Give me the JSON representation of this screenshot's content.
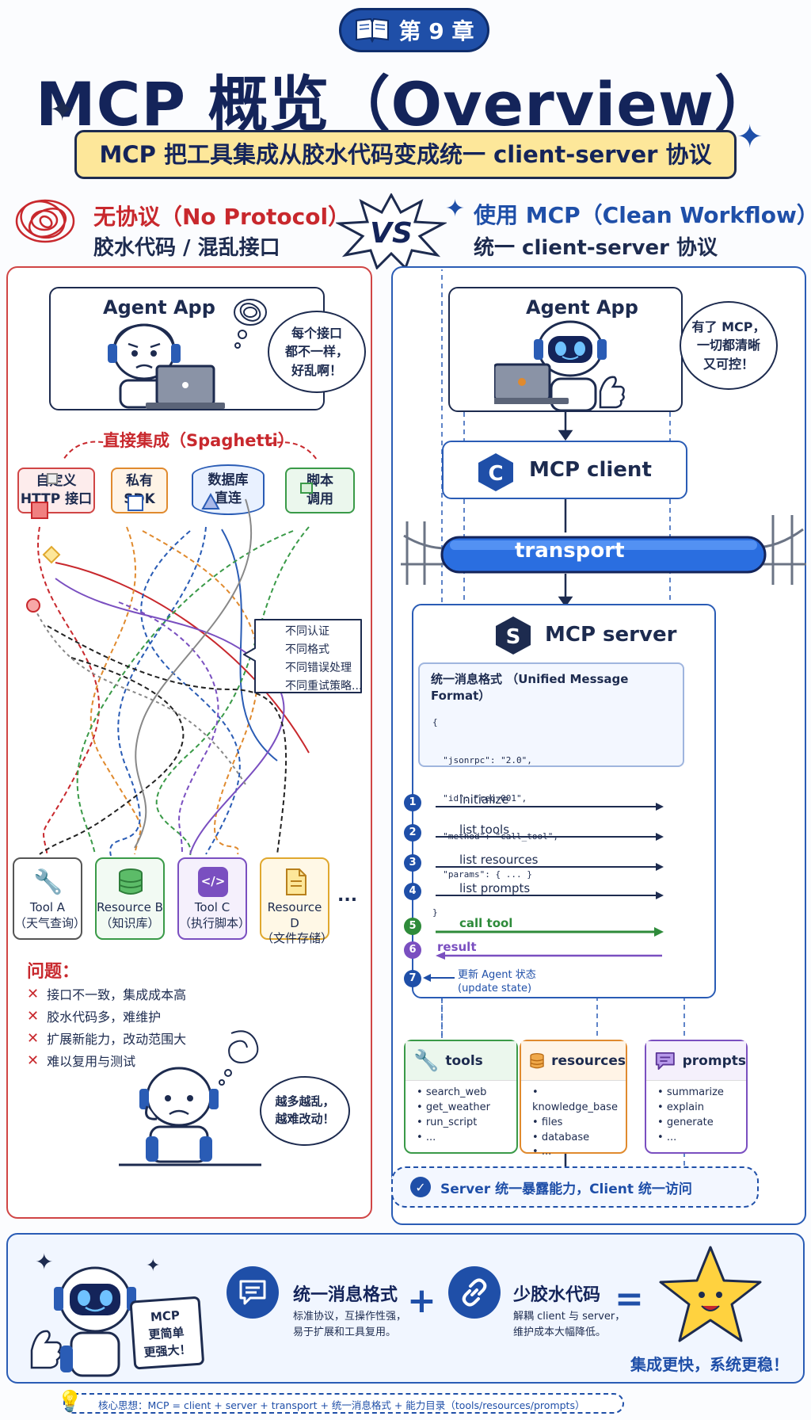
{
  "header": {
    "chapter": "第 9 章",
    "title": "MCP 概览（Overview）",
    "subtitle": "MCP 把工具集成从胶水代码变成统一 client-server 协议"
  },
  "left": {
    "heading1": "无协议（No Protocol）",
    "heading2": "胶水代码 / 混乱接口",
    "agent_app": "Agent App",
    "bubble": [
      "每个接口",
      "都不一样，",
      "好乱啊！"
    ],
    "spaghetti_label": "直接集成（Spaghetti）",
    "services": [
      {
        "line1": "自定义",
        "line2": "HTTP 接口",
        "color": "#d04545"
      },
      {
        "line1": "私有",
        "line2": "SDK",
        "color": "#e08a2e"
      },
      {
        "line1": "数据库",
        "line2": "直连",
        "color": "#2a5cb5"
      },
      {
        "line1": "脚本",
        "line2": "调用",
        "color": "#3a9a48"
      }
    ],
    "confusion": [
      "不同认证",
      "不同格式",
      "不同错误处理",
      "不同重试策略..."
    ],
    "tools": [
      {
        "line1": "Tool A",
        "line2": "（天气查询）",
        "icon": "wrench-icon",
        "color": "#555555"
      },
      {
        "line1": "Resource B",
        "line2": "（知识库）",
        "icon": "database-icon",
        "color": "#3a9a48"
      },
      {
        "line1": "Tool C",
        "line2": "（执行脚本）",
        "icon": "code-icon",
        "color": "#7a4fc0"
      },
      {
        "line1": "Resource D",
        "line2": "（文件存储）",
        "icon": "file-icon",
        "color": "#e0a82e"
      }
    ],
    "ellipsis": "...",
    "problems_title": "问题：",
    "problems": [
      "接口不一致，集成成本高",
      "胶水代码多，难维护",
      "扩展新能力，改动范围大",
      "难以复用与测试"
    ],
    "bubble2": [
      "越多越乱，",
      "越难改动！"
    ]
  },
  "vs": "VS",
  "right": {
    "heading1": "使用 MCP（Clean Workflow）",
    "heading2": "统一 client-server 协议",
    "agent_app": "Agent App",
    "bubble": [
      "有了 MCP，",
      "一切都清晰",
      "又可控！"
    ],
    "client": "MCP client",
    "client_letter": "C",
    "transport": "transport",
    "server": "MCP server",
    "server_letter": "S",
    "format_title": "统一消息格式 （Unified Message Format）",
    "json_lines": [
      "{",
      "  \"jsonrpc\": \"2.0\",",
      "  \"id\": \"req-001\",",
      "  \"method\": \"call_tool\",",
      "  \"params\": { ... }",
      "}"
    ],
    "steps": [
      {
        "num": "1",
        "label": "initialize",
        "color": "#1f4fa8"
      },
      {
        "num": "2",
        "label": "list tools",
        "color": "#1f4fa8"
      },
      {
        "num": "3",
        "label": "list resources",
        "color": "#1f4fa8"
      },
      {
        "num": "4",
        "label": "list prompts",
        "color": "#1f4fa8"
      },
      {
        "num": "5",
        "label": "call tool",
        "color": "#2e8b3a"
      },
      {
        "num": "6",
        "label": "result",
        "color": "#7a4fc0"
      },
      {
        "num": "7",
        "label": "更新 Agent 状态",
        "label2": "(update state)",
        "color": "#1f4fa8"
      }
    ],
    "capabilities": [
      {
        "name": "tools",
        "color": "#3a9a48",
        "items": [
          "search_web",
          "get_weather",
          "run_script",
          "..."
        ]
      },
      {
        "name": "resources",
        "color": "#e08a2e",
        "items": [
          "knowledge_base",
          "files",
          "database",
          "..."
        ]
      },
      {
        "name": "prompts",
        "color": "#7a4fc0",
        "items": [
          "summarize",
          "explain",
          "generate",
          "..."
        ]
      }
    ],
    "banner": "Server 统一暴露能力，Client 统一访问"
  },
  "bottom": {
    "sign": [
      "MCP",
      "更简单",
      "更强大！"
    ],
    "feature1_title": "统一消息格式",
    "feature1_desc": [
      "标准协议，互操作性强，",
      "易于扩展和工具复用。"
    ],
    "plus": "+",
    "feature2_title": "少胶水代码",
    "feature2_desc": [
      "解耦 client 与 server，",
      "维护成本大幅降低。"
    ],
    "equals": "=",
    "result": "集成更快，系统更稳！",
    "core_idea": "核心思想：MCP = client + server + transport + 统一消息格式 + 能力目录（tools/resources/prompts）"
  }
}
